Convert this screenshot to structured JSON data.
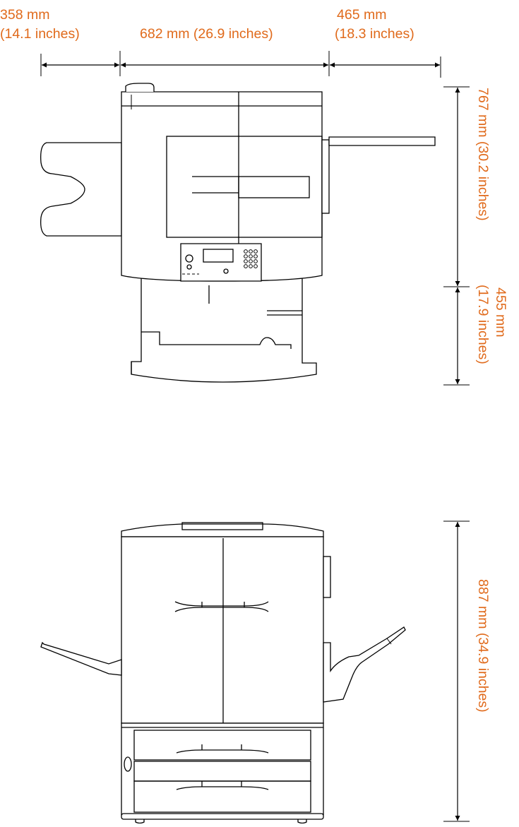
{
  "colors": {
    "dimension_text": "#e06a1b",
    "line": "#000000",
    "background": "#ffffff"
  },
  "top_view": {
    "dimensions": {
      "left_width": {
        "metric": "358 mm",
        "imperial": "(14.1 inches)"
      },
      "center_width": {
        "label": "682 mm (26.9 inches)"
      },
      "right_width": {
        "metric": "465 mm",
        "imperial": "(18.3 inches)"
      },
      "upper_depth": {
        "label": "767 mm (30.2 inches)"
      },
      "lower_depth": {
        "metric": "455 mm",
        "imperial": "(17.9 inches)"
      }
    }
  },
  "front_view": {
    "dimensions": {
      "height": {
        "label": "887 mm (34.9 inches)"
      }
    }
  }
}
